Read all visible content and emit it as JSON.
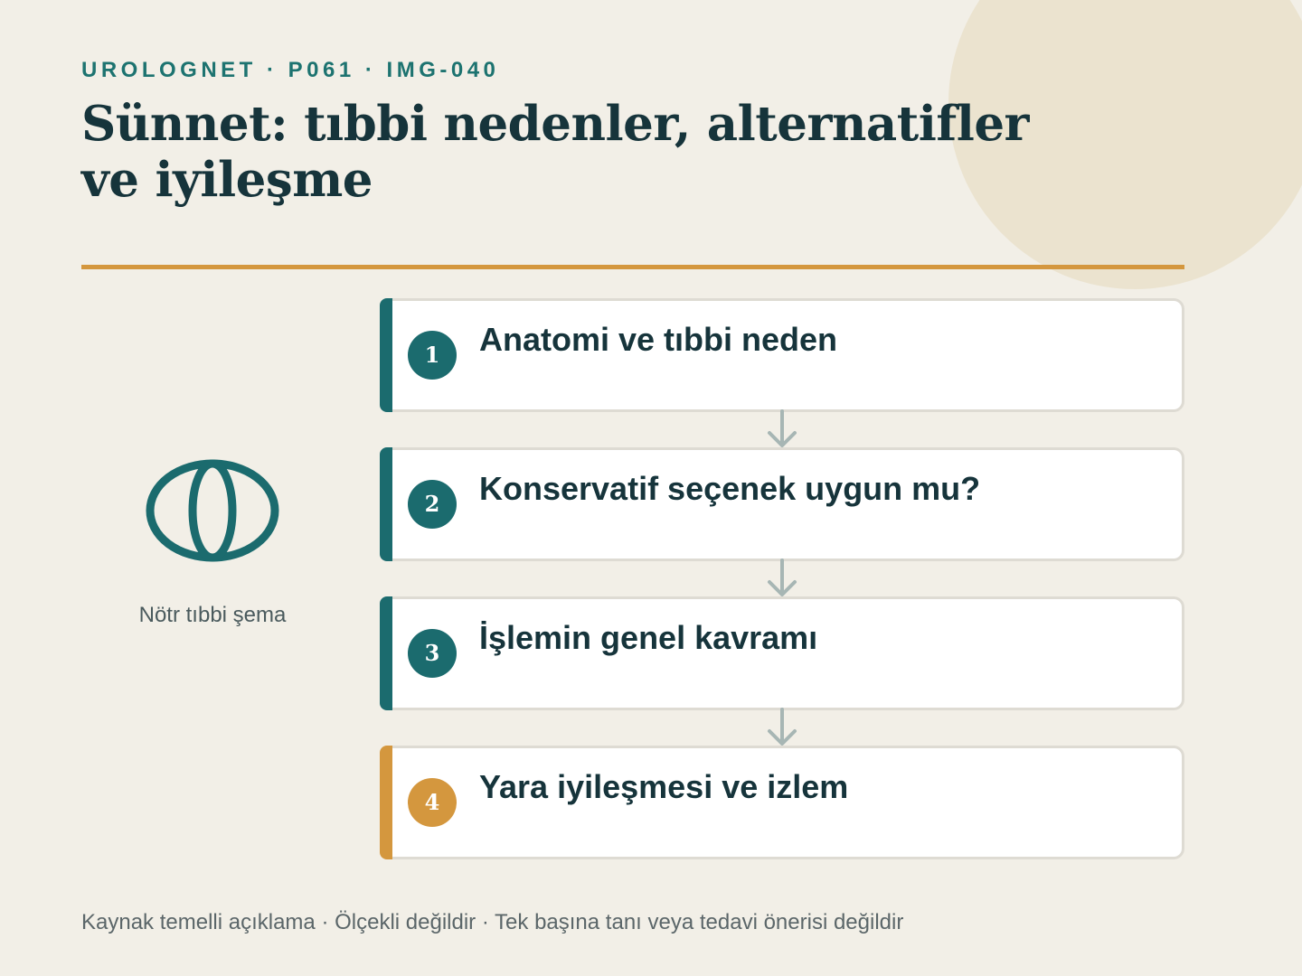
{
  "header": {
    "eyebrow": "UROLOGNET · P061 · IMG-040",
    "title": "Sünnet: tıbbi nedenler, alternatifler ve iyileşme"
  },
  "illustration": {
    "icon": "interlocking-rings-icon",
    "caption": "Nötr tıbbi şema"
  },
  "steps": [
    {
      "number": "1",
      "label": "Anatomi ve tıbbi neden"
    },
    {
      "number": "2",
      "label": "Konservatif seçenek uygun mu?"
    },
    {
      "number": "3",
      "label": "İşlemin genel kavramı"
    },
    {
      "number": "4",
      "label": "Yara iyileşmesi ve izlem"
    }
  ],
  "footer": {
    "note": "Kaynak temelli açıklama · Ölçekli değildir · Tek başına tanı veya tedavi önerisi değildir"
  },
  "colors": {
    "background": "#f2efe7",
    "teal": "#1b6b6e",
    "accent": "#d4973e",
    "text": "#16343b"
  }
}
